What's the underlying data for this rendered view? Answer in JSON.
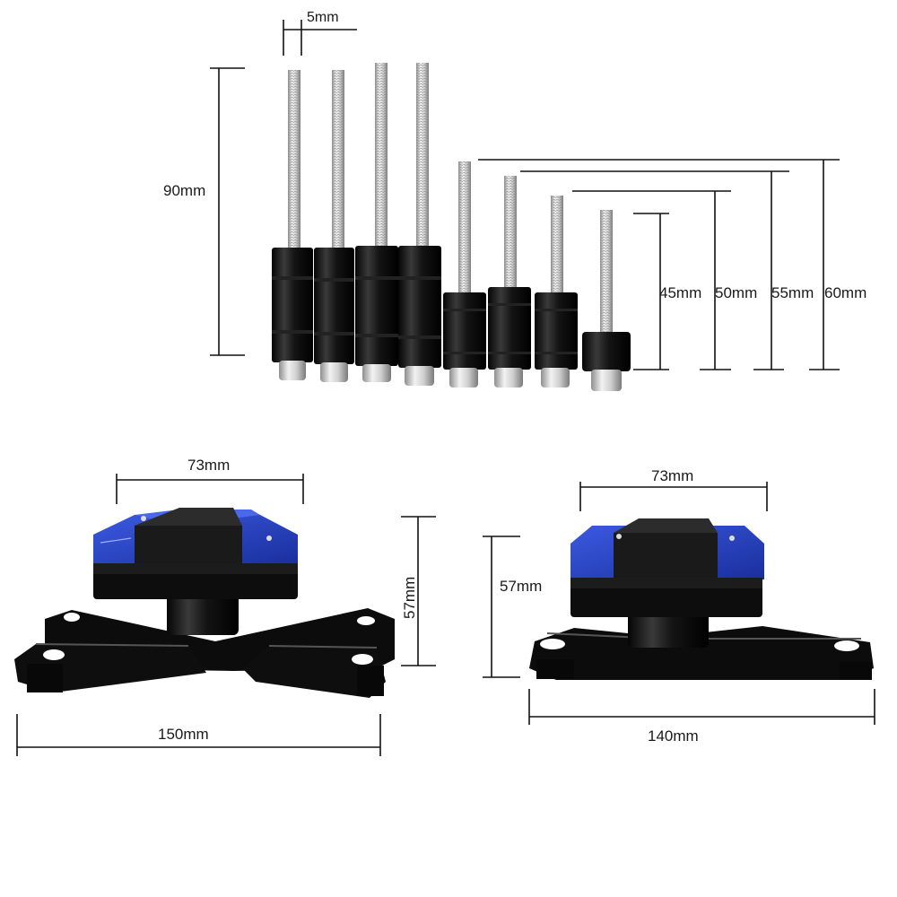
{
  "bolts": {
    "diameter_label": "5mm",
    "long_length_label": "90mm",
    "short_lengths": [
      "45mm",
      "50mm",
      "55mm",
      "60mm"
    ]
  },
  "slider_left": {
    "width_label": "73mm",
    "height_label": "57mm",
    "base_label": "150mm"
  },
  "slider_right": {
    "width_label": "73mm",
    "height_label": "57mm",
    "base_label": "140mm"
  },
  "colors": {
    "anodized_blue": "#2a44c8",
    "black_body": "#111111",
    "steel": "#c9c9c9"
  }
}
